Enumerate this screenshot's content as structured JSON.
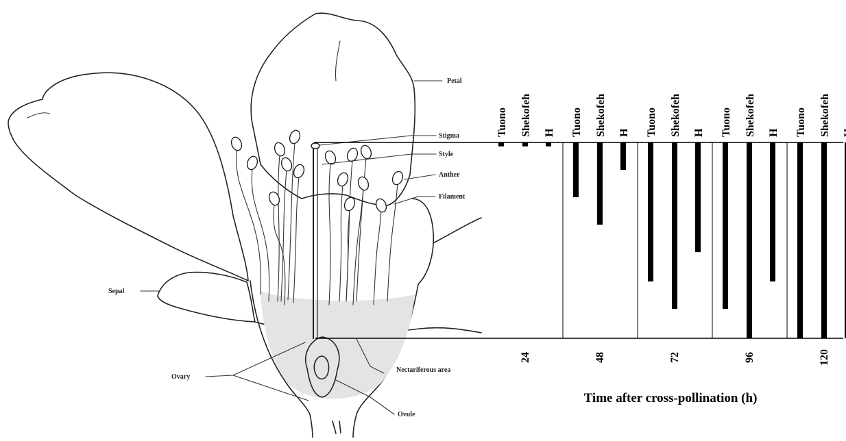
{
  "flower_labels": {
    "petal": "Petal",
    "stigma": "Stigma",
    "style": "Style",
    "anther": "Anther",
    "filament": "Filament",
    "sepal": "Sepal",
    "ovary": "Ovary",
    "nectariferous": "Nectariferous area",
    "ovule": "Ovule"
  },
  "chart_data": {
    "type": "bar",
    "orientation": "vertical-downward",
    "xlabel": "Time after cross-pollination (h)",
    "ylabel": "",
    "categories": [
      "24",
      "48",
      "72",
      "96",
      "120"
    ],
    "series_labels": [
      "Tuono",
      "Shekofeh",
      "H"
    ],
    "series": [
      {
        "name": "Tuono",
        "values": [
          0.02,
          0.28,
          0.71,
          0.85,
          1.0
        ]
      },
      {
        "name": "Shekofeh",
        "values": [
          0.02,
          0.42,
          0.85,
          1.0,
          1.0
        ]
      },
      {
        "name": "H",
        "values": [
          0.02,
          0.14,
          0.56,
          0.71,
          1.0
        ]
      }
    ],
    "value_scale": "fraction of style length from stigma (top) to ovary (bottom)",
    "ylim": [
      0,
      1
    ],
    "grid": false,
    "bar_color": "#000000"
  }
}
